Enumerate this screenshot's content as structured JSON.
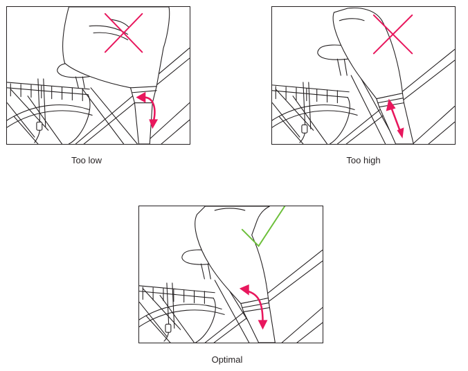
{
  "panels": [
    {
      "id": "too-low",
      "caption": "Too low",
      "verdict": "incorrect"
    },
    {
      "id": "too-high",
      "caption": "Too high",
      "verdict": "incorrect"
    },
    {
      "id": "optimal",
      "caption": "Optimal",
      "verdict": "correct"
    }
  ],
  "colors": {
    "line": "#231f20",
    "cross": "#e8175d",
    "check": "#6cbf3a",
    "arrow": "#e8175d"
  },
  "icons": {
    "incorrect": "cross-mark-icon",
    "correct": "check-mark-icon",
    "motion": "double-headed-curved-arrow-icon"
  }
}
